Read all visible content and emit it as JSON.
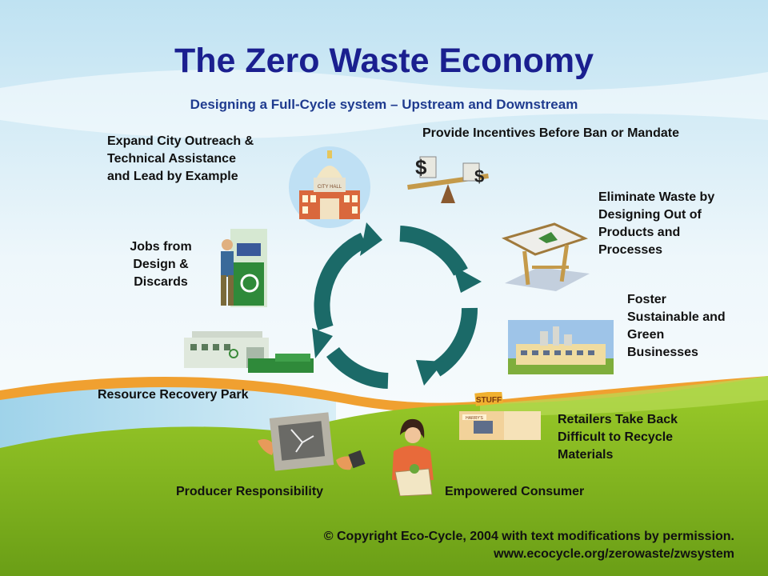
{
  "title": "The Zero Waste Economy",
  "subtitle": "Designing a Full-Cycle system – Upstream and Downstream",
  "nodes": {
    "city": "Expand City Outreach &\nTechnical Assistance\nand Lead by Example",
    "incentives": "Provide Incentives Before Ban or Mandate",
    "design": "Eliminate Waste by\nDesigning Out of\nProducts and\nProcesses",
    "business": "Foster\nSustainable and\nGreen\nBusinesses",
    "retailers": "Retailers Take Back\nDifficult to Recycle\nMaterials",
    "consumer": "Empowered Consumer",
    "producer": "Producer Responsibility",
    "park": "Resource Recovery Park",
    "jobs": "Jobs from\nDesign &\nDiscards"
  },
  "signs": {
    "store": "STUFF",
    "dome": "CITY HALL",
    "shop": "HARRY'S"
  },
  "copyright": {
    "line1": "© Copyright Eco-Cycle, 2004 with text modifications by permission.",
    "line2": "www.ecocycle.org/zerowaste/zwsystem"
  },
  "colors": {
    "title": "#1a1f8f",
    "arrows": "#1b6a68",
    "grass": "#7fb51f"
  }
}
